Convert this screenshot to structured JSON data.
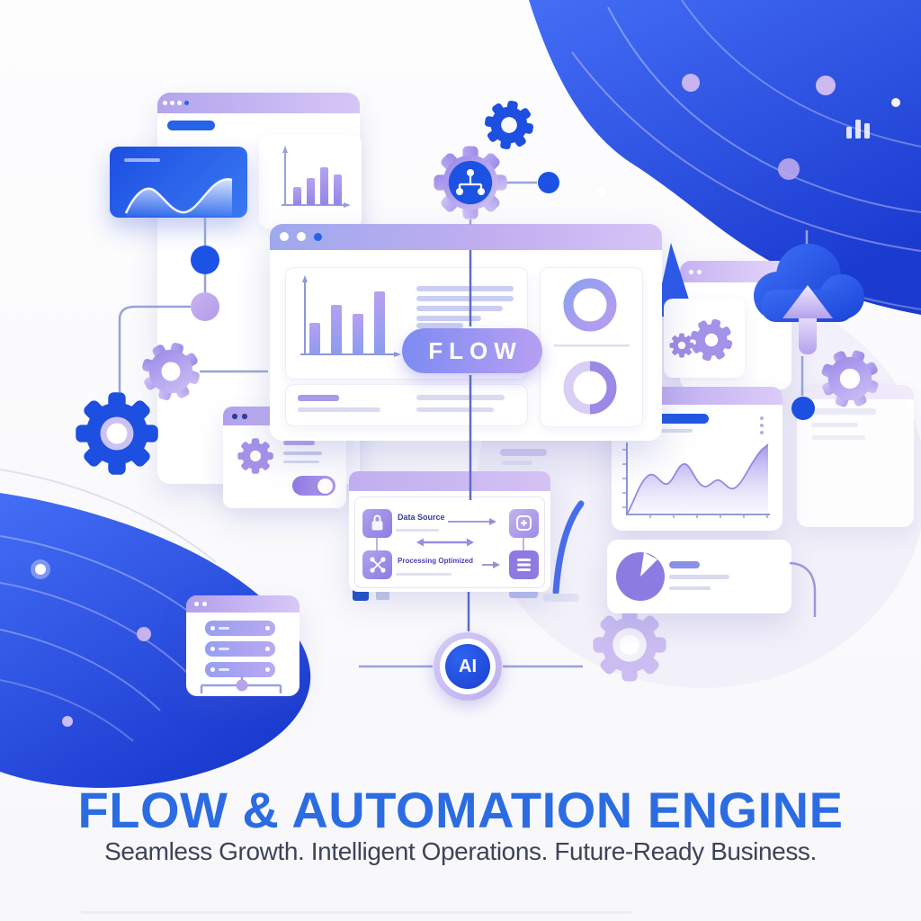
{
  "branding": {
    "title": "FLOW & AUTOMATION ENGINE",
    "subtitle": "Seamless Growth. Intelligent Operations. Future-Ready Business.",
    "title_color": "#2c6ce2",
    "subtitle_color": "#3d4358"
  },
  "hero": {
    "flow_pill_label": "FLOW",
    "ai_badge_label": "AI",
    "flow_diagram": {
      "row1_label": "Data Source",
      "row2_label": "Processing Optimized"
    }
  },
  "palette": {
    "wave_blue_start": "#446ef6",
    "wave_blue_end": "#1b3bd0",
    "primary_blue": "#1d4fe0",
    "lavender": "#b9a6ee",
    "purple": "#8f7ae0",
    "header_gradient": "#b3a2ee-#d8c8f6",
    "title_blue": "#2c6ce2",
    "subtitle_slate": "#3d4358"
  },
  "icons": {
    "gear-icon": "toothed-wheel css/svg shape",
    "cloud-upload-icon": "cloud with up arrow",
    "network-icon": "node tree",
    "server-icon": "stacked rack bars",
    "lock-icon": "padlock",
    "share-icon": "crossed nodes",
    "shield-plus-icon": "rounded square with plus",
    "database-icon": "stacked lines",
    "bar-chart-icon": "three white bars",
    "ai-badge": "blue circle with AI",
    "flow-pill": "gradient pill",
    "toggle-switch": "pill with knob",
    "donut-chart": "ring",
    "pie-chart": "circle with notch",
    "area-chart": "gradient mountain",
    "line-chart": "white wave"
  }
}
